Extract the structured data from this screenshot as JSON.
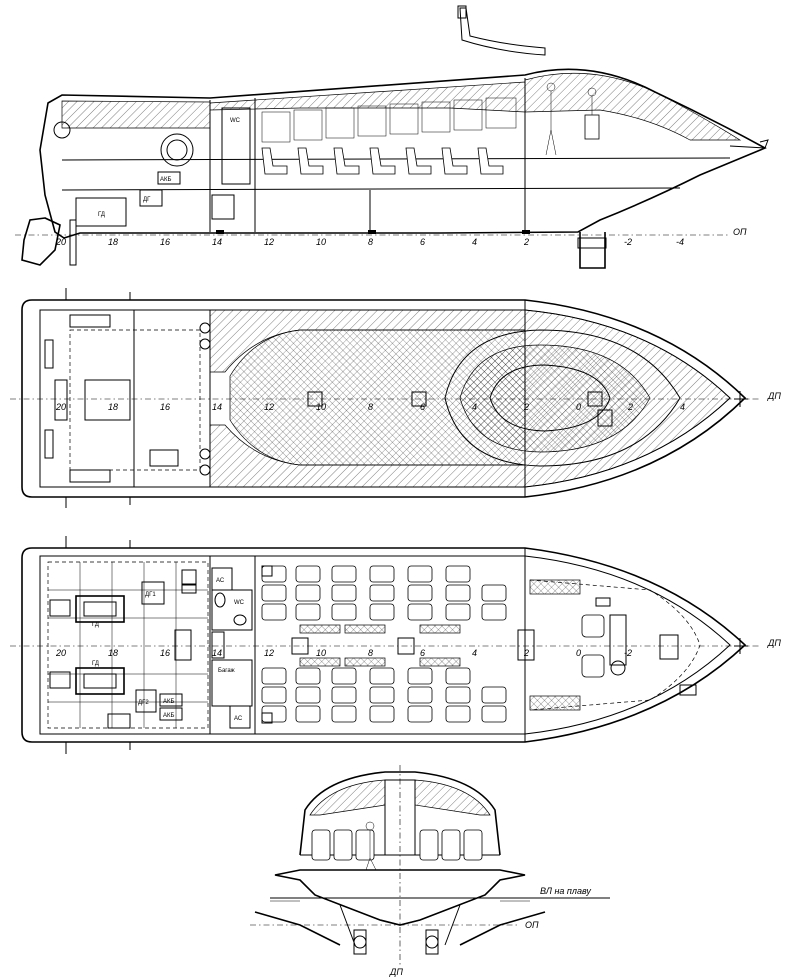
{
  "profile": {
    "frames": [
      "20",
      "18",
      "16",
      "14",
      "12",
      "10",
      "8",
      "6",
      "4",
      "2",
      "-2",
      "-4"
    ],
    "baseline": "ОП",
    "labels": {
      "engine": "ГД",
      "generator": "ДГ",
      "batteries": "АКБ",
      "wc": "WC"
    }
  },
  "deck_plan": {
    "frames": [
      "20",
      "18",
      "16",
      "14",
      "12",
      "10",
      "8",
      "6",
      "4",
      "2",
      "0",
      "2",
      "4"
    ],
    "centerline": "ДП"
  },
  "cabin_plan": {
    "frames": [
      "20",
      "18",
      "16",
      "14",
      "12",
      "10",
      "8",
      "6",
      "4",
      "2",
      "0",
      "-2"
    ],
    "centerline": "ДП",
    "labels": {
      "engine_1": "ГД",
      "engine_2": "ГД",
      "gen_1": "ДГ1",
      "gen_2": "ДГ2",
      "bat_1": "АКБ",
      "bat_2": "АКБ",
      "wc": "WC",
      "ac_1": "АС",
      "ac_2": "АС",
      "luggage": "Багаж"
    }
  },
  "section": {
    "waterline": "ВЛ на плаву",
    "baseline": "ОП",
    "centerline": "ДП"
  },
  "colors": {
    "ink": "#000000",
    "paper": "#ffffff"
  }
}
